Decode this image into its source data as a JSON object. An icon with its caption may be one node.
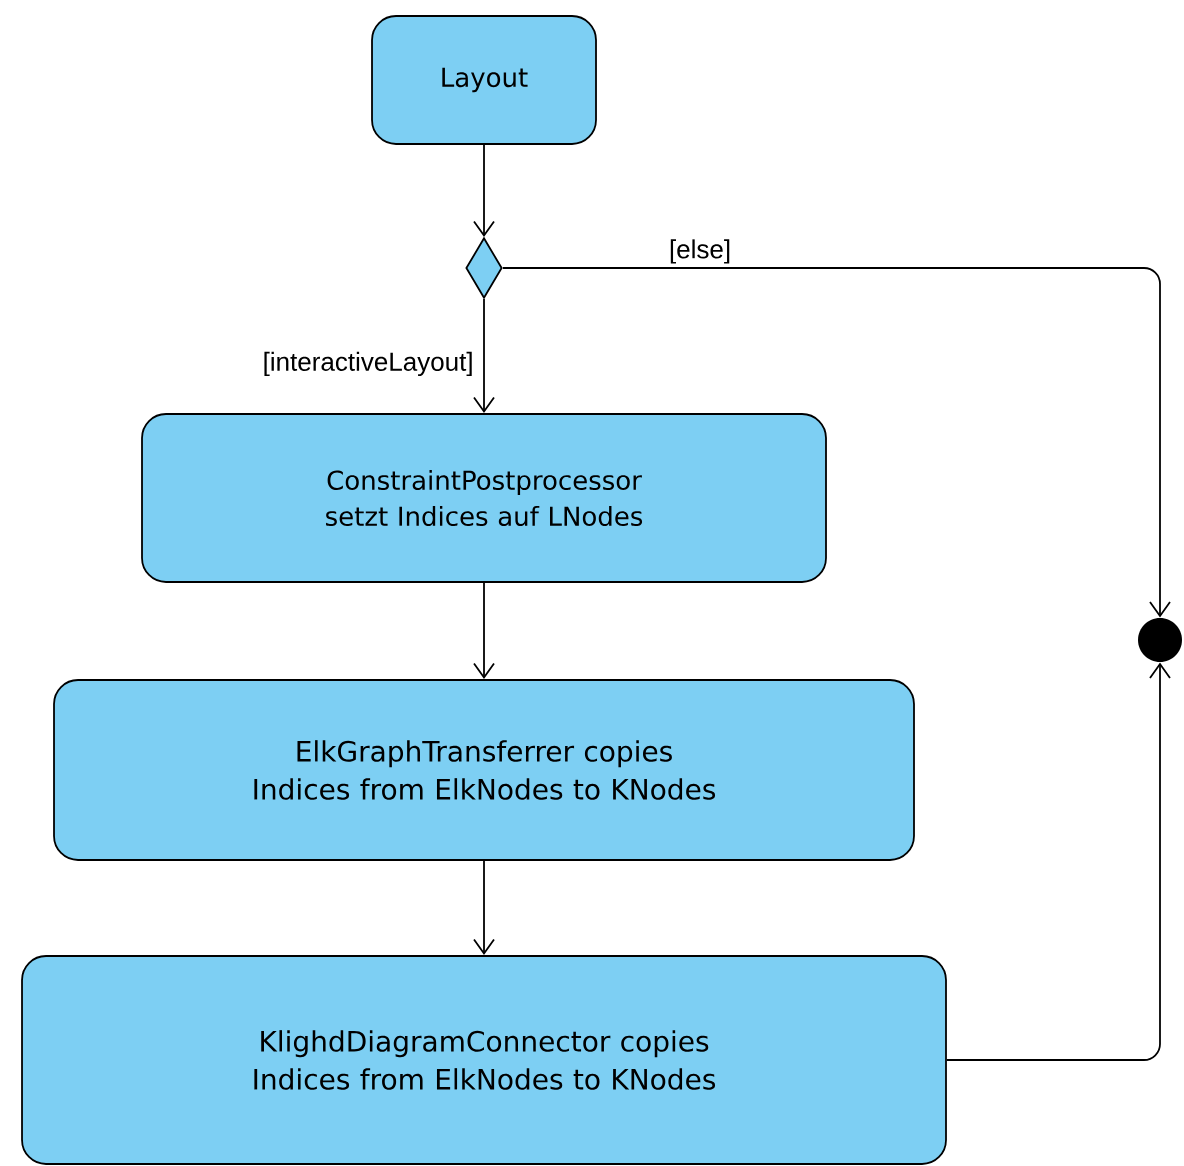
{
  "diagram": {
    "nodes": [
      {
        "text": [
          "Layout"
        ]
      },
      {
        "text": [],
        "shape": "diamond"
      },
      {
        "text": [
          "ConstraintPostprocessor setzt Indices auf LNodes"
        ]
      },
      {
        "text": [
          "ElkGraphTransferrer copies Indices from ElkNodes to KNodes"
        ]
      },
      {
        "text": [
          "KlighdDiagramConnector copies Indices from ElkNodes to KNodes"
        ]
      },
      {
        "text": [],
        "shape": "circle"
      }
    ],
    "edges": [
      {
        "from": 0,
        "to": 1,
        "arrow": "to"
      },
      {
        "from": 1,
        "to": 2,
        "arrow": "to",
        "label": "[interactiveLayout]"
      },
      {
        "from": 1,
        "to": 5,
        "arrow": "to",
        "label": "[else]"
      },
      {
        "from": 2,
        "to": 3,
        "arrow": "to"
      },
      {
        "from": 3,
        "to": 4,
        "arrow": "to"
      },
      {
        "from": 4,
        "to": 5,
        "arrow": "to"
      }
    ]
  }
}
